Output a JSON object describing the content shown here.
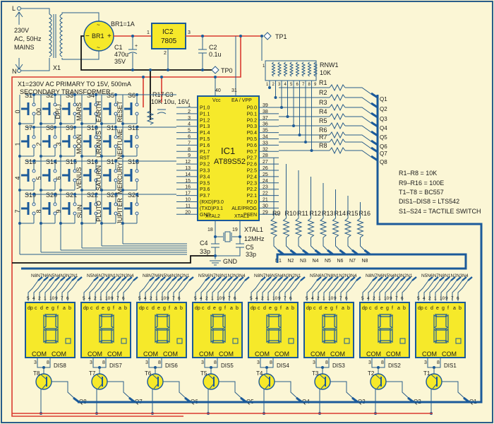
{
  "title": "8-digit multiplexed 7-segment display with 24-key keypad (AT89S52)",
  "colors": {
    "background": "#fbf6d5",
    "border": "#2a5d8a",
    "wire": "#2a5d8a",
    "bus": "#1b5a9a",
    "power": "#d93a30",
    "ground": "#111111",
    "component_fill": "#f6e92a"
  },
  "power_supply": {
    "mains_label": [
      "230V",
      "AC, 50Hz",
      "MAINS"
    ],
    "live": "L",
    "neutral": "N",
    "transformer": "X1",
    "bridge": "BR1",
    "bridge_rating": "BR1=1A",
    "c1": [
      "C1",
      "470u",
      "35V"
    ],
    "regulator": [
      "IC2",
      "7805"
    ],
    "regulator_pins": [
      "1",
      "2",
      "3"
    ],
    "c2": [
      "C2",
      "0.1u"
    ],
    "tp1": "TP1",
    "tp0": "TP0",
    "transformer_note": [
      "X1=230V AC PRIMARY TO  15V, 500mA",
      "SECONDARY TRANSFORMER"
    ]
  },
  "reset": {
    "r17": "R17",
    "r17_value": "10K",
    "c3": "C3",
    "c3_value": "10u, 16V"
  },
  "keypad": {
    "switches": [
      {
        "id": "S1",
        "label": "0"
      },
      {
        "id": "S2",
        "label": "00"
      },
      {
        "id": "S3",
        "label": "DP(.)"
      },
      {
        "id": "S4",
        "label": "MARS"
      },
      {
        "id": "S5",
        "label": "EARTH"
      },
      {
        "id": "S6",
        "label": "RESET"
      },
      {
        "id": "S7",
        "label": "1"
      },
      {
        "id": "S8",
        "label": "2"
      },
      {
        "id": "S9",
        "label": "3"
      },
      {
        "id": "S10",
        "label": "MOON"
      },
      {
        "id": "S11",
        "label": "URANUS"
      },
      {
        "id": "S12",
        "label": "NEPTUNE"
      },
      {
        "id": "S13",
        "label": "4"
      },
      {
        "id": "S14",
        "label": "5"
      },
      {
        "id": "S15",
        "label": "6"
      },
      {
        "id": "S16",
        "label": "VENUS"
      },
      {
        "id": "S17",
        "label": "SATURN"
      },
      {
        "id": "S18",
        "label": "MERCURY"
      },
      {
        "id": "S19",
        "label": "7"
      },
      {
        "id": "S20",
        "label": "8"
      },
      {
        "id": "S21",
        "label": "9"
      },
      {
        "id": "S22",
        "label": "SUN"
      },
      {
        "id": "S23",
        "label": "PLUTO"
      },
      {
        "id": "S24",
        "label": "JUPITER"
      }
    ]
  },
  "mcu": {
    "name": "IC1",
    "part": "AT89S52",
    "top_pins": [
      {
        "num": "40",
        "name": "Vcc"
      },
      {
        "num": "31",
        "name": "EA / VPP"
      }
    ],
    "left_pins": [
      {
        "num": "1",
        "name": "P1.0"
      },
      {
        "num": "2",
        "name": "P1.1"
      },
      {
        "num": "3",
        "name": "P1.2"
      },
      {
        "num": "4",
        "name": "P1.3"
      },
      {
        "num": "5",
        "name": "P1.4"
      },
      {
        "num": "6",
        "name": "P1.5"
      },
      {
        "num": "7",
        "name": "P1.6"
      },
      {
        "num": "8",
        "name": "P1.7"
      },
      {
        "num": "9",
        "name": "RST"
      },
      {
        "num": "12",
        "name": "P3.2"
      },
      {
        "num": "13",
        "name": "P3.3"
      },
      {
        "num": "14",
        "name": "P3.4"
      },
      {
        "num": "15",
        "name": "P3.5"
      },
      {
        "num": "16",
        "name": "P3.6"
      },
      {
        "num": "17",
        "name": "P3.7"
      },
      {
        "num": "10",
        "name": "(RXD)P3.0"
      },
      {
        "num": "11",
        "name": "(TXD)P3.1"
      },
      {
        "num": "20",
        "name": "GND"
      }
    ],
    "right_pins": [
      {
        "num": "39",
        "name": "P0.0"
      },
      {
        "num": "38",
        "name": "P0.1"
      },
      {
        "num": "37",
        "name": "P0.2"
      },
      {
        "num": "36",
        "name": "P0.3"
      },
      {
        "num": "35",
        "name": "P0.4"
      },
      {
        "num": "34",
        "name": "P0.5"
      },
      {
        "num": "33",
        "name": "P0.6"
      },
      {
        "num": "32",
        "name": "P0.7"
      },
      {
        "num": "28",
        "name": "P2.7"
      },
      {
        "num": "27",
        "name": "P2.6"
      },
      {
        "num": "26",
        "name": "P2.5"
      },
      {
        "num": "25",
        "name": "P2.4"
      },
      {
        "num": "24",
        "name": "P2.3"
      },
      {
        "num": "23",
        "name": "P2.2"
      },
      {
        "num": "22",
        "name": "P2.1"
      },
      {
        "num": "21",
        "name": "P2.0"
      },
      {
        "num": "30",
        "name": "ALE/PROG"
      },
      {
        "num": "29",
        "name": "PSEN"
      }
    ],
    "bottom_pins": [
      {
        "num": "18",
        "name": "XTAL2"
      },
      {
        "num": "19",
        "name": "XTAL1"
      }
    ]
  },
  "crystal": {
    "name": "XTAL1",
    "freq": "12MHz",
    "c4": [
      "C4",
      "33p"
    ],
    "c5": [
      "C5",
      "33p"
    ],
    "gnd": "GND"
  },
  "resistor_network": {
    "name": "RNW1",
    "value": "10K",
    "pins": [
      "1",
      "2",
      "3",
      "4",
      "5",
      "6",
      "7",
      "8",
      "9"
    ]
  },
  "base_resistors": {
    "labels": [
      "R1",
      "R2",
      "R3",
      "R4",
      "R5",
      "R6",
      "R7",
      "R8"
    ],
    "bus_labels": [
      "Q1",
      "Q2",
      "Q3",
      "Q4",
      "Q5",
      "Q6",
      "Q7",
      "Q8"
    ]
  },
  "segment_resistors": {
    "labels": [
      "R9",
      "R10",
      "R11",
      "R12",
      "R13",
      "R14",
      "R15",
      "R16"
    ],
    "bus_labels": [
      "N1",
      "N2",
      "N3",
      "N4",
      "N5",
      "N6",
      "N7",
      "N8"
    ]
  },
  "parts_list": [
    "R1–R8 = 10K",
    "R9–R16 = 100E",
    "T1–T8  = BC557",
    "DIS1–DIS8 = LTS542",
    "S1–S24 = TACTILE SWITCH"
  ],
  "displays": {
    "bus_label_patterns": [
      "N8N7N6N5N4N3N2N1",
      "N5N6N7N8N1N2N3N4",
      "N8N7N6N5N4N3N2N1",
      "N5N6N7N8N1N2N3N4",
      "N8N7N6N5N4N3N2N1",
      "N5N6N7N8N1N2N3N4",
      "N8N7N6N5N4N3N2N1",
      "N5N6N7N8N1N2N3N4"
    ],
    "pin_numbers": [
      "5",
      "4",
      "2",
      "1",
      "10",
      "9",
      "7",
      "6"
    ],
    "segment_letters": [
      "dp",
      "c",
      "d",
      "e",
      "g",
      "f",
      "a",
      "b"
    ],
    "com_label": "COM",
    "com_pins": [
      "3",
      "8"
    ],
    "names": [
      "DIS8",
      "DIS7",
      "DIS6",
      "DIS5",
      "DIS4",
      "DIS3",
      "DIS2",
      "DIS1"
    ],
    "transistors": [
      "T8",
      "T7",
      "T6",
      "T5",
      "T4",
      "T3",
      "T2",
      "T1"
    ],
    "drive_labels": [
      "Q8",
      "Q7",
      "Q6",
      "Q5",
      "Q4",
      "Q3",
      "Q2",
      "Q1"
    ]
  }
}
